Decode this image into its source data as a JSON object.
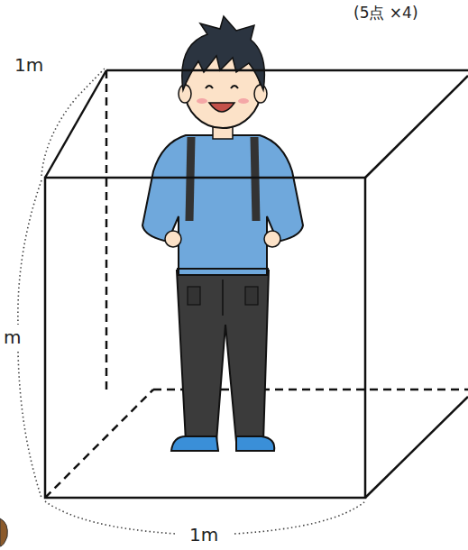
{
  "diagram": {
    "labels": [
      "(5点 ×4)",
      "1m",
      "m",
      "1m"
    ]
  }
}
